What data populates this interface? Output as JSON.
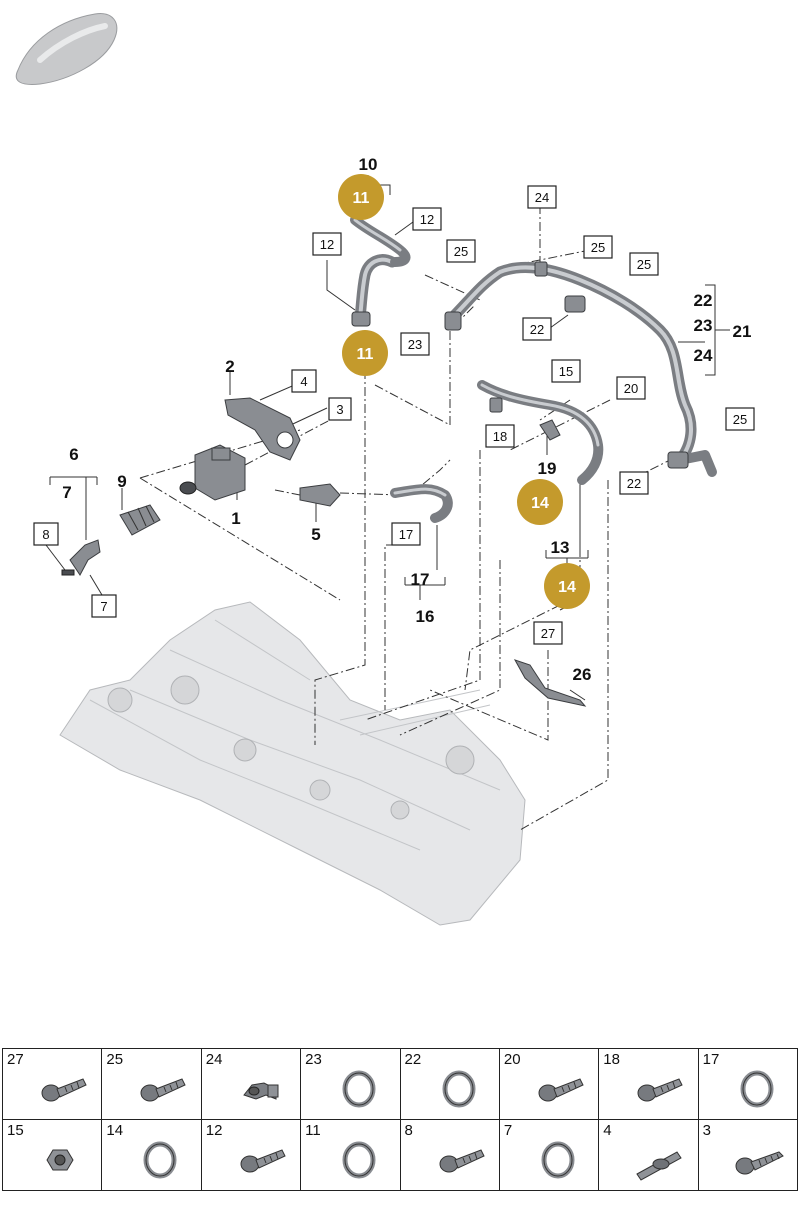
{
  "colors": {
    "callout_circle": "#c49a2c",
    "callout_text": "#ffffff",
    "part_grey": "#8a8d92",
    "engine_grey": "#e6e7e9"
  },
  "callouts": {
    "plain": {
      "c1": "1",
      "c2": "2",
      "c5": "5",
      "c6": "6",
      "c7a": "7",
      "c9": "9",
      "c10": "10",
      "c13": "13",
      "c16": "16",
      "c17": "17",
      "c19": "19",
      "c21": "21",
      "c22": "22",
      "c23": "23",
      "c24": "24",
      "c26": "26"
    },
    "boxed": {
      "b3": "3",
      "b4": "4",
      "b7": "7",
      "b8": "8",
      "b12a": "12",
      "b12b": "12",
      "b15": "15",
      "b17": "17",
      "b18": "18",
      "b20": "20",
      "b22a": "22",
      "b22b": "22",
      "b23": "23",
      "b24": "24",
      "b25a": "25",
      "b25b": "25",
      "b25c": "25",
      "b25d": "25",
      "b27": "27"
    },
    "circled": {
      "o11a": "11",
      "o11b": "11",
      "o14a": "14",
      "o14b": "14"
    }
  },
  "legend": [
    [
      {
        "num": "27",
        "icon": "bolt-icon"
      },
      {
        "num": "25",
        "icon": "bolt-icon"
      },
      {
        "num": "24",
        "icon": "clip-icon"
      },
      {
        "num": "23",
        "icon": "o-ring-icon"
      },
      {
        "num": "22",
        "icon": "o-ring-icon"
      },
      {
        "num": "20",
        "icon": "bolt-icon"
      },
      {
        "num": "18",
        "icon": "bolt-icon"
      },
      {
        "num": "17",
        "icon": "o-ring-icon"
      }
    ],
    [
      {
        "num": "15",
        "icon": "nut-icon"
      },
      {
        "num": "14",
        "icon": "o-ring-icon"
      },
      {
        "num": "12",
        "icon": "bolt-icon"
      },
      {
        "num": "11",
        "icon": "o-ring-icon"
      },
      {
        "num": "8",
        "icon": "bolt-icon"
      },
      {
        "num": "7",
        "icon": "o-ring-icon"
      },
      {
        "num": "4",
        "icon": "stud-icon"
      },
      {
        "num": "3",
        "icon": "screw-icon"
      }
    ]
  ]
}
